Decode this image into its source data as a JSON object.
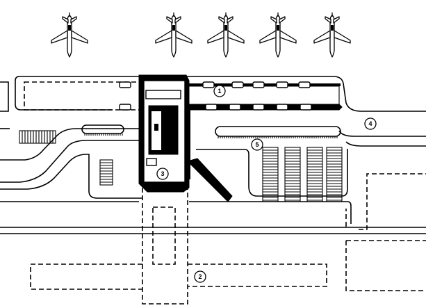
{
  "diagram": {
    "callouts": [
      {
        "id": "c1",
        "label": "1"
      },
      {
        "id": "c2",
        "label": "2"
      },
      {
        "id": "c3",
        "label": "3"
      },
      {
        "id": "c4",
        "label": "4"
      },
      {
        "id": "c5",
        "label": "5"
      }
    ],
    "aircraft_count": 5,
    "ink_color": "#000000",
    "paper_color": "#ffffff"
  }
}
